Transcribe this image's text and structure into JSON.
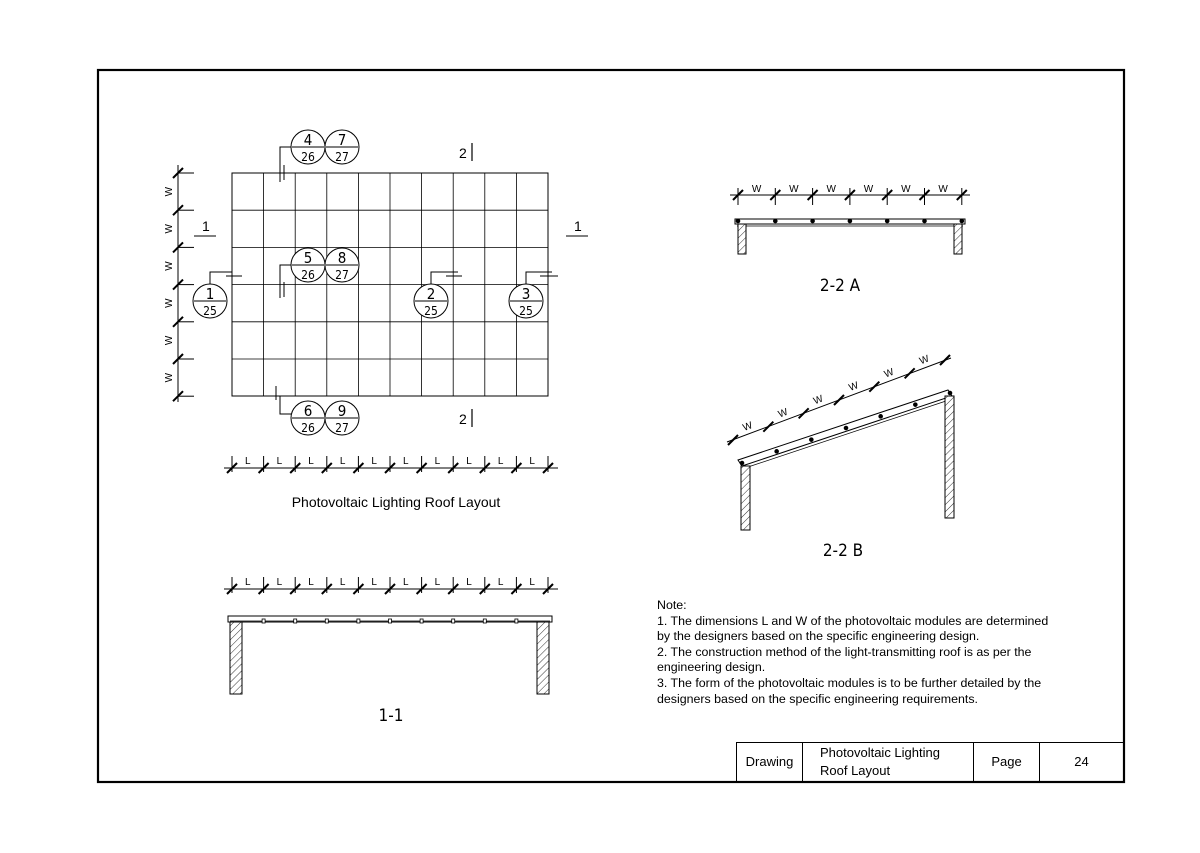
{
  "plan": {
    "title": "Photovoltaic Lighting Roof Layout",
    "section_marks": {
      "one": "1",
      "two": "2"
    },
    "width_label": "W",
    "length_label": "L",
    "callouts": [
      {
        "num": "4",
        "sheet": "26"
      },
      {
        "num": "7",
        "sheet": "27"
      },
      {
        "num": "5",
        "sheet": "26"
      },
      {
        "num": "8",
        "sheet": "27"
      },
      {
        "num": "1",
        "sheet": "25"
      },
      {
        "num": "2",
        "sheet": "25"
      },
      {
        "num": "3",
        "sheet": "25"
      },
      {
        "num": "6",
        "sheet": "26"
      },
      {
        "num": "9",
        "sheet": "27"
      }
    ]
  },
  "sections": {
    "s11_title": "1-1",
    "s22a_title": "2-2 A",
    "s22b_title": "2-2 B"
  },
  "notes": {
    "heading": "Note:",
    "lines": [
      "1. The dimensions L and W of the photovoltaic modules are determined",
      "by the designers based on the specific engineering design.",
      "2. The construction method of the light-transmitting roof is as per the",
      "engineering design.",
      "3. The form of the photovoltaic modules is to be further detailed by the",
      "designers based on the specific engineering requirements."
    ]
  },
  "title_block": {
    "drawing_label": "Drawing",
    "title_line1": "Photovoltaic Lighting",
    "title_line2": "Roof Layout",
    "page_label": "Page",
    "page_number": "24"
  }
}
